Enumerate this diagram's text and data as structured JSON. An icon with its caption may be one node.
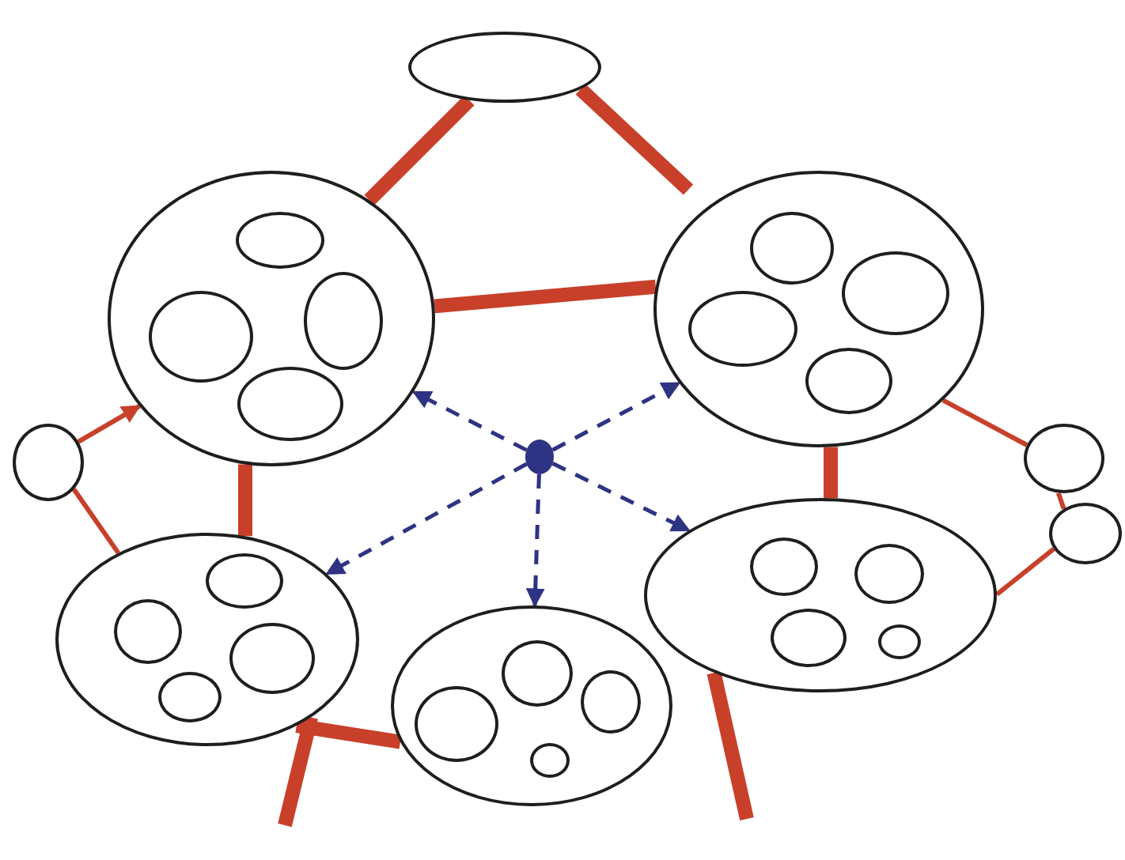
{
  "diagram": {
    "nodes": [
      {
        "text": [],
        "shape": "circle"
      },
      {
        "text": [],
        "shape": "circle"
      },
      {
        "text": [],
        "shape": "circle",
        "in": 1
      },
      {
        "text": [],
        "shape": "circle",
        "in": 1
      },
      {
        "text": [],
        "shape": "circle",
        "in": 1
      },
      {
        "text": [],
        "shape": "circle",
        "in": 1
      },
      {
        "text": [],
        "shape": "circle"
      },
      {
        "text": [],
        "shape": "circle"
      },
      {
        "text": [],
        "shape": "circle",
        "in": 7
      },
      {
        "text": [],
        "shape": "circle",
        "in": 7
      },
      {
        "text": [],
        "shape": "circle",
        "in": 7
      },
      {
        "text": [],
        "shape": "circle",
        "in": 7
      },
      {
        "text": [],
        "shape": "circle"
      },
      {
        "text": [],
        "shape": "circle"
      },
      {
        "text": [],
        "shape": "dot"
      },
      {
        "text": [],
        "shape": "circle"
      },
      {
        "text": [],
        "shape": "circle",
        "in": 15
      },
      {
        "text": [],
        "shape": "circle",
        "in": 15
      },
      {
        "text": [],
        "shape": "circle",
        "in": 15
      },
      {
        "text": [],
        "shape": "circle",
        "in": 15
      },
      {
        "text": [],
        "shape": "circle"
      },
      {
        "text": [],
        "shape": "circle",
        "in": 20
      },
      {
        "text": [],
        "shape": "circle",
        "in": 20
      },
      {
        "text": [],
        "shape": "circle",
        "in": 20
      },
      {
        "text": [],
        "shape": "circle",
        "in": 20
      },
      {
        "text": [],
        "shape": "circle"
      },
      {
        "text": [],
        "shape": "circle",
        "in": 25
      },
      {
        "text": [],
        "shape": "circle",
        "in": 25
      },
      {
        "text": [],
        "shape": "circle",
        "in": 25
      },
      {
        "text": [],
        "shape": "circle",
        "in": 25
      }
    ],
    "edges": [
      {
        "from": 0,
        "to": 1,
        "arrow": "none",
        "style": "thick"
      },
      {
        "from": 0,
        "to": 7,
        "arrow": "none",
        "style": "thick"
      },
      {
        "from": 1,
        "to": 7,
        "arrow": "none",
        "style": "thick"
      },
      {
        "from": 6,
        "to": 1,
        "arrow": "to"
      },
      {
        "from": 6,
        "to": 15,
        "arrow": "none"
      },
      {
        "from": 1,
        "to": 15,
        "arrow": "none",
        "style": "thick"
      },
      {
        "from": 7,
        "to": 25,
        "arrow": "none",
        "style": "thick"
      },
      {
        "from": 7,
        "to": 12,
        "arrow": "none"
      },
      {
        "from": 12,
        "to": 13,
        "arrow": "none"
      },
      {
        "from": 13,
        "to": 25,
        "arrow": "none"
      },
      {
        "from": 15,
        "to": 20,
        "arrow": "none",
        "style": "thick"
      },
      {
        "from": null,
        "to": 15,
        "arrow": "none",
        "style": "thick"
      },
      {
        "from": 25,
        "to": null,
        "arrow": "none",
        "style": "thick"
      },
      {
        "from": 14,
        "to": 1,
        "arrow": "to",
        "style": "dashed",
        "color": "#2e3383"
      },
      {
        "from": 14,
        "to": 7,
        "arrow": "to",
        "style": "dashed",
        "color": "#2e3383"
      },
      {
        "from": 14,
        "to": 15,
        "arrow": "to",
        "style": "dashed",
        "color": "#2e3383"
      },
      {
        "from": 14,
        "to": 20,
        "arrow": "to",
        "style": "dashed",
        "color": "#2e3383"
      },
      {
        "from": 14,
        "to": 25,
        "arrow": "to",
        "style": "dashed",
        "color": "#2e3383"
      }
    ]
  }
}
